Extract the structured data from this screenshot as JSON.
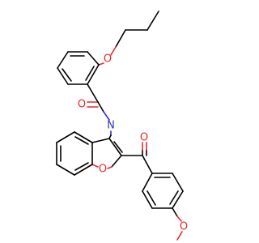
{
  "molecule": {
    "atoms": {
      "o_ether_top": "O",
      "o_amide": "O",
      "n_amide": "N",
      "o_ketone": "O",
      "o_furan": "O",
      "o_methoxy": "O"
    },
    "colors": {
      "oxygen": "#e8282a",
      "nitrogen": "#3030d8",
      "bond": "#000000",
      "background": "#ffffff"
    }
  }
}
